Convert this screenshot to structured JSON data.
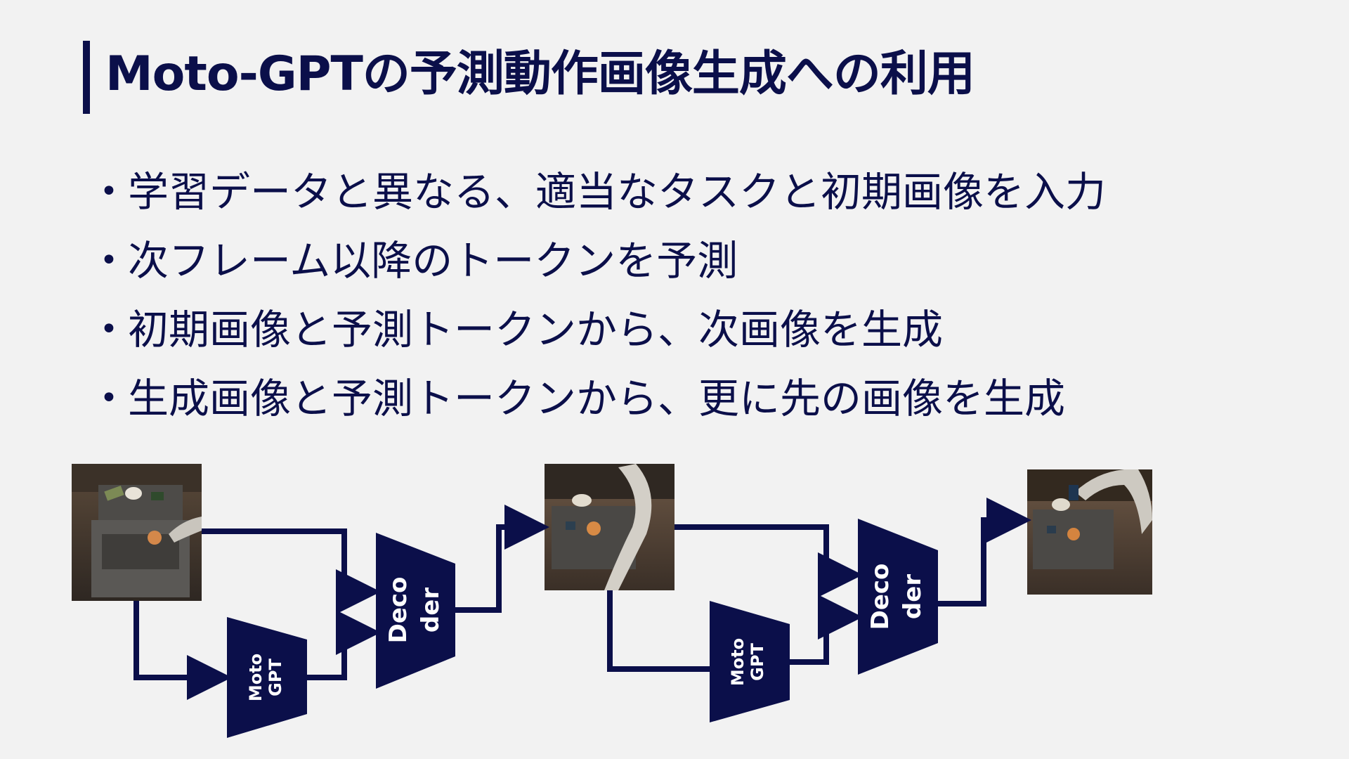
{
  "slide": {
    "title": "Moto-GPTの予測動作画像生成への利用",
    "bullets": [
      "学習データと異なる、適当なタスクと初期画像を入力",
      "次フレーム以降のトークンを予測",
      "初期画像と予測トークンから、次画像を生成",
      "生成画像と予測トークンから、更に先の画像を生成"
    ]
  },
  "diagram": {
    "stage1": {
      "input_image": "initial robot scene image",
      "moto_label_line1": "Moto",
      "moto_label_line2": "GPT",
      "decoder_label_line1": "Deco",
      "decoder_label_line2": "der"
    },
    "stage2": {
      "generated_image": "generated frame 1",
      "moto_label_line1": "Moto",
      "moto_label_line2": "GPT",
      "decoder_label_line1": "Deco",
      "decoder_label_line2": "der",
      "output_image": "generated frame 2"
    },
    "colors": {
      "accent": "#0b0f4a",
      "background": "#f2f2f2"
    }
  }
}
